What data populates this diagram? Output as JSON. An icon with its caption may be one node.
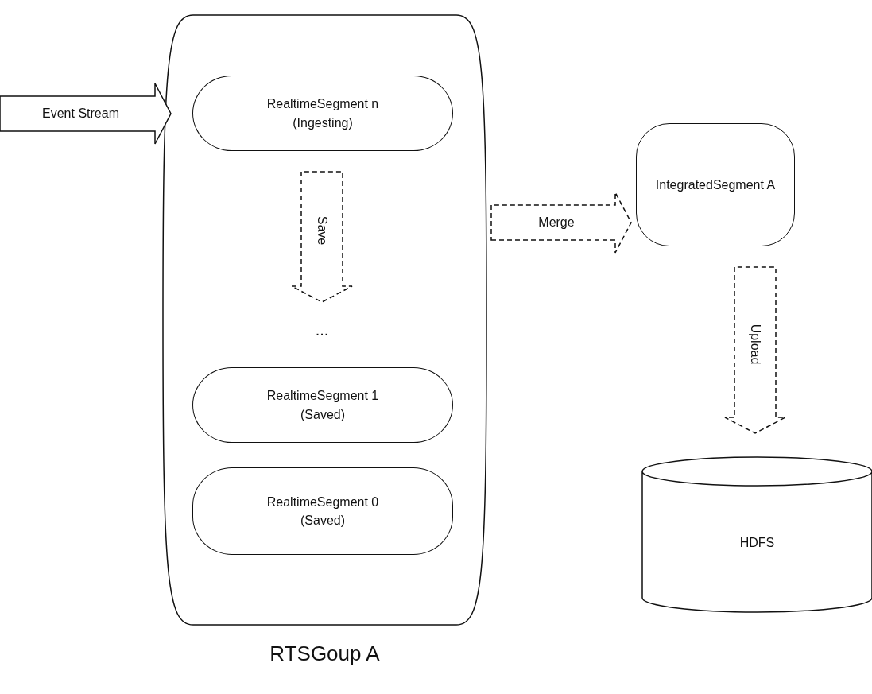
{
  "diagram": {
    "nodes": [
      {
        "text": [
          "RTSGoup A"
        ]
      },
      {
        "text": [
          "RealtimeSegment n (Ingesting)"
        ],
        "in": 0
      },
      {
        "text": [
          "..."
        ],
        "in": 0
      },
      {
        "text": [
          "RealtimeSegment 1 (Saved)"
        ],
        "in": 0
      },
      {
        "text": [
          "RealtimeSegment 0 (Saved)"
        ],
        "in": 0
      },
      {
        "text": [
          "IntegratedSegment A"
        ]
      },
      {
        "text": [
          "HDFS"
        ]
      }
    ],
    "edges": [
      {
        "from": null,
        "to": 0,
        "arrow": "to",
        "label": "Event Stream"
      },
      {
        "from": 1,
        "to": 2,
        "arrow": "to",
        "label": "Save",
        "style": "dashed"
      },
      {
        "from": 0,
        "to": 5,
        "arrow": "to",
        "label": "Merge",
        "style": "dashed"
      },
      {
        "from": 5,
        "to": 6,
        "arrow": "to",
        "label": "Upload",
        "style": "dashed"
      }
    ]
  }
}
